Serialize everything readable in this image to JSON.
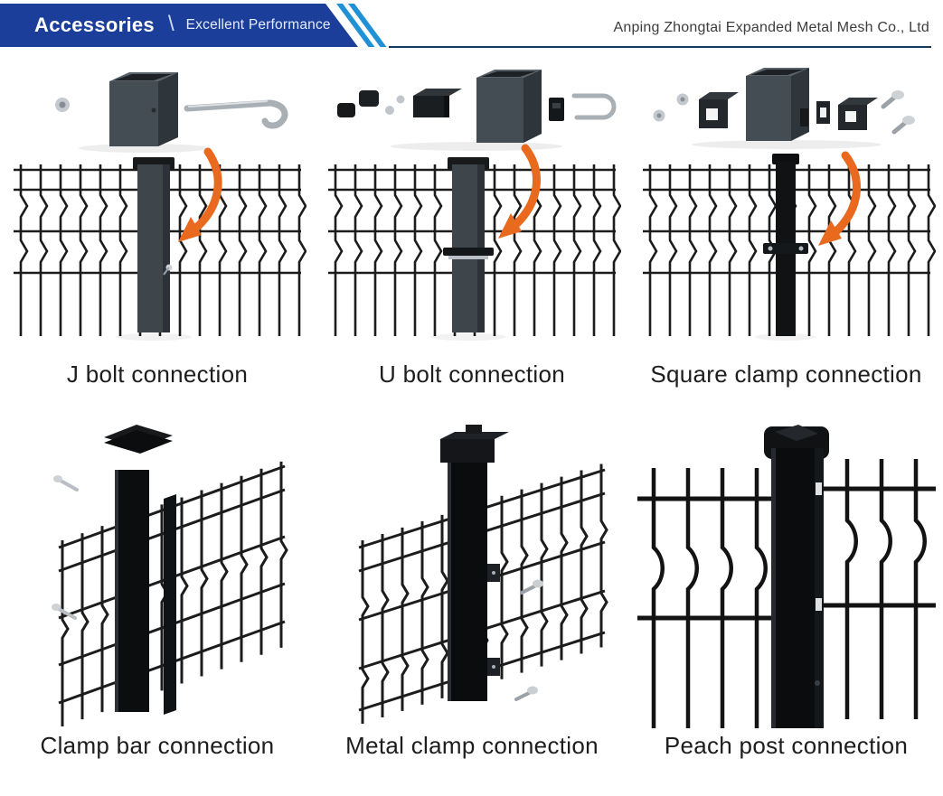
{
  "header": {
    "title": "Accessories",
    "divider": "\\",
    "subtitle": "Excellent Performance",
    "company": "Anping Zhongtai Expanded Metal Mesh Co., Ltd"
  },
  "colors": {
    "banner_blue": "#1a3e99",
    "stripe_blue": "#2191d6",
    "rule_navy": "#17395d",
    "arrow_orange": "#e96a1f",
    "post_gray": "#454d54",
    "post_black": "#0b0d0f",
    "wire_black": "#1c1c1c",
    "chrome_gray": "#a8afb5"
  },
  "panels": [
    {
      "id": "j-bolt",
      "label": "J bolt connection"
    },
    {
      "id": "u-bolt",
      "label": "U bolt connection"
    },
    {
      "id": "square-clamp",
      "label": "Square clamp connection"
    },
    {
      "id": "clamp-bar",
      "label": "Clamp bar connection"
    },
    {
      "id": "metal-clamp",
      "label": "Metal clamp connection"
    },
    {
      "id": "peach-post",
      "label": "Peach post connection"
    }
  ]
}
